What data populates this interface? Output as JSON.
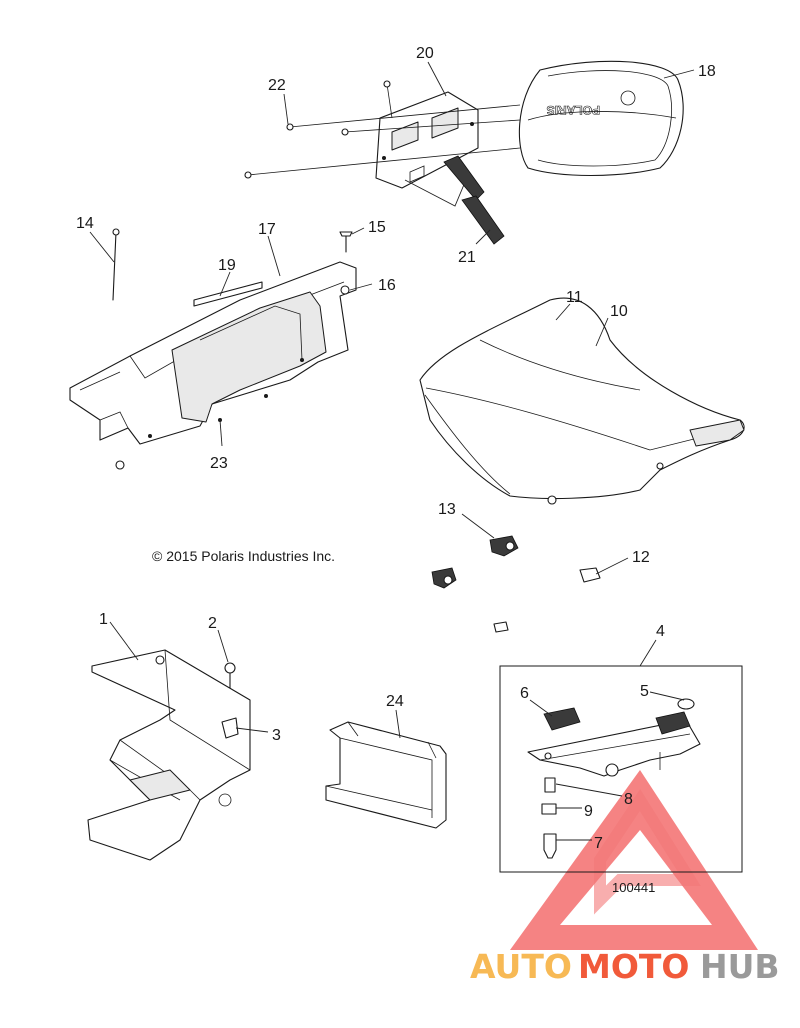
{
  "diagram": {
    "copyright": "© 2015 Polaris Industries Inc.",
    "figure_number": "100441",
    "logo_text": "POLARIS",
    "callouts": [
      "1",
      "2",
      "3",
      "4",
      "5",
      "6",
      "7",
      "8",
      "9",
      "10",
      "11",
      "12",
      "13",
      "14",
      "15",
      "16",
      "17",
      "18",
      "19",
      "20",
      "21",
      "22",
      "23",
      "24"
    ]
  },
  "watermark": {
    "part1": "AUTO",
    "part2": "MOTO",
    "part3": "HUB",
    "color_auto": "#f7b955",
    "color_moto": "#f15a3a",
    "color_hub": "#9a9a9a",
    "triangle_color": "#f04a4a"
  }
}
